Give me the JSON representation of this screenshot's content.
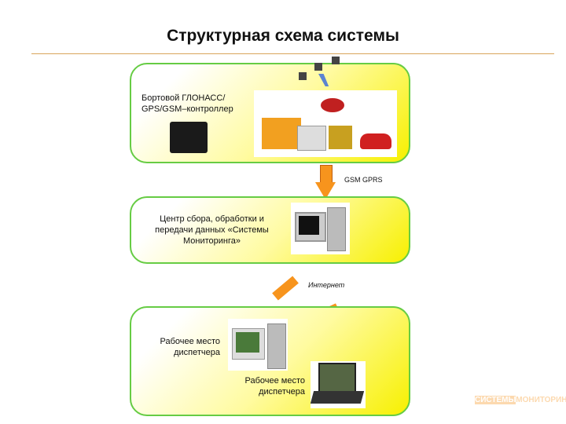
{
  "title": "Структурная схема системы",
  "panels": {
    "controller": {
      "label": "Бортовой ГЛОНАСС/ GPS/GSM–контроллер"
    },
    "center": {
      "label": "Центр сбора, обработки и передачи данных «Системы Мониторинга»"
    },
    "workplace1": {
      "label": "Рабочее место диспетчера"
    },
    "workplace2": {
      "label": "Рабочее место диспетчера"
    }
  },
  "links": {
    "gsm": "GSM GPRS",
    "internet": "Интернет"
  },
  "logo": {
    "part1": "СИСТЕМЫ",
    "part2": "МОНИТОРИНГА"
  },
  "colors": {
    "panel_border": "#66cc44",
    "arrow": "#f7941d",
    "rule": "#d9a45a"
  }
}
